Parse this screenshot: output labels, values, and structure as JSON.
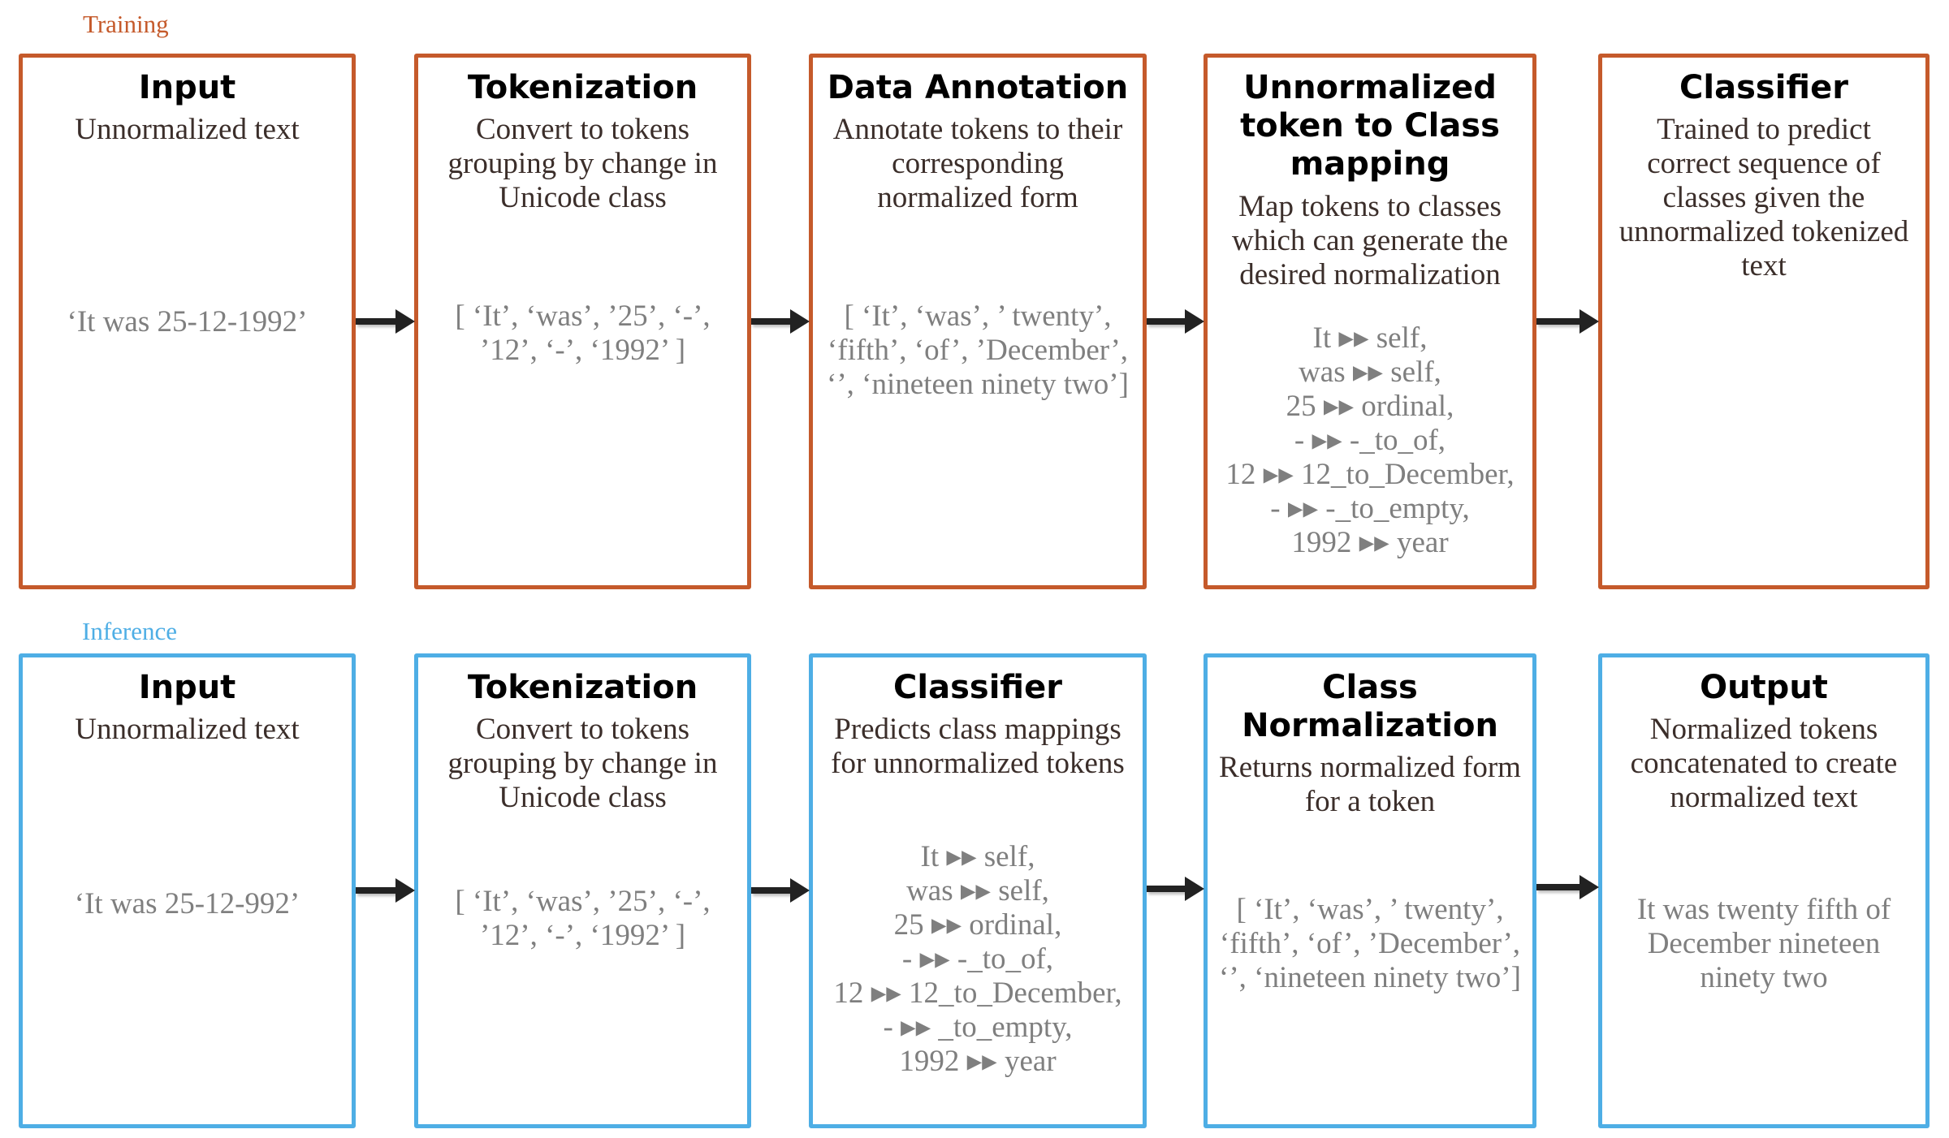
{
  "colors": {
    "training": "#C55A2B",
    "inference": "#4EAEE5",
    "description_text": "#3B2E2A",
    "example_text": "#7F7F7F",
    "arrow": "#222222"
  },
  "training": {
    "label": "Training",
    "steps": [
      {
        "title": "Input",
        "description": "Unnormalized text",
        "example": "‘It was 25-12-1992’"
      },
      {
        "title": "Tokenization",
        "description": "Convert to tokens grouping by change in Unicode class",
        "example": "[ ‘It’, ‘was’, ’25’, ‘-’,\n’12’, ‘-’, ‘1992’ ]"
      },
      {
        "title": "Data Annotation",
        "description": "Annotate tokens to their corresponding normalized form",
        "example": "[ ‘It’, ‘was’, ’ twenty’,\n‘fifth’, ‘of’, ’December’,\n‘’, ‘nineteen ninety two’]"
      },
      {
        "title": "Unnormalized token to Class mapping",
        "description": "Map tokens to classes which can generate the desired normalization",
        "example": "It ▸▸ self,\nwas ▸▸ self,\n25 ▸▸ ordinal,\n- ▸▸ -_to_of,\n12 ▸▸ 12_to_December,\n- ▸▸ -_to_empty,\n1992 ▸▸ year"
      },
      {
        "title": "Classifier",
        "description": "Trained to predict correct sequence of classes given the unnormalized tokenized text",
        "example": ""
      }
    ]
  },
  "inference": {
    "label": "Inference",
    "steps": [
      {
        "title": "Input",
        "description": "Unnormalized text",
        "example": "‘It was 25-12-992’"
      },
      {
        "title": "Tokenization",
        "description": "Convert to tokens grouping by change in Unicode class",
        "example": "[ ‘It’, ‘was’, ’25’, ‘-’,\n’12’, ‘-’, ‘1992’ ]"
      },
      {
        "title": "Classifier",
        "description": "Predicts class mappings for unnormalized tokens",
        "example": "It ▸▸ self,\nwas ▸▸ self,\n25 ▸▸ ordinal,\n- ▸▸ -_to_of,\n12 ▸▸ 12_to_December,\n- ▸▸ _to_empty,\n1992 ▸▸ year"
      },
      {
        "title": "Class Normalization",
        "description": "Returns normalized form for a token",
        "example": "[ ‘It’, ‘was’, ’ twenty’,\n‘fifth’, ‘of’, ’December’,\n‘’, ‘nineteen ninety two’]"
      },
      {
        "title": "Output",
        "description": "Normalized tokens concatenated to create normalized text",
        "example": "It was twenty fifth of December nineteen ninety two"
      }
    ]
  },
  "arrows": {
    "icon": "right-arrow-icon",
    "training_count": 4,
    "inference_count": 4
  }
}
